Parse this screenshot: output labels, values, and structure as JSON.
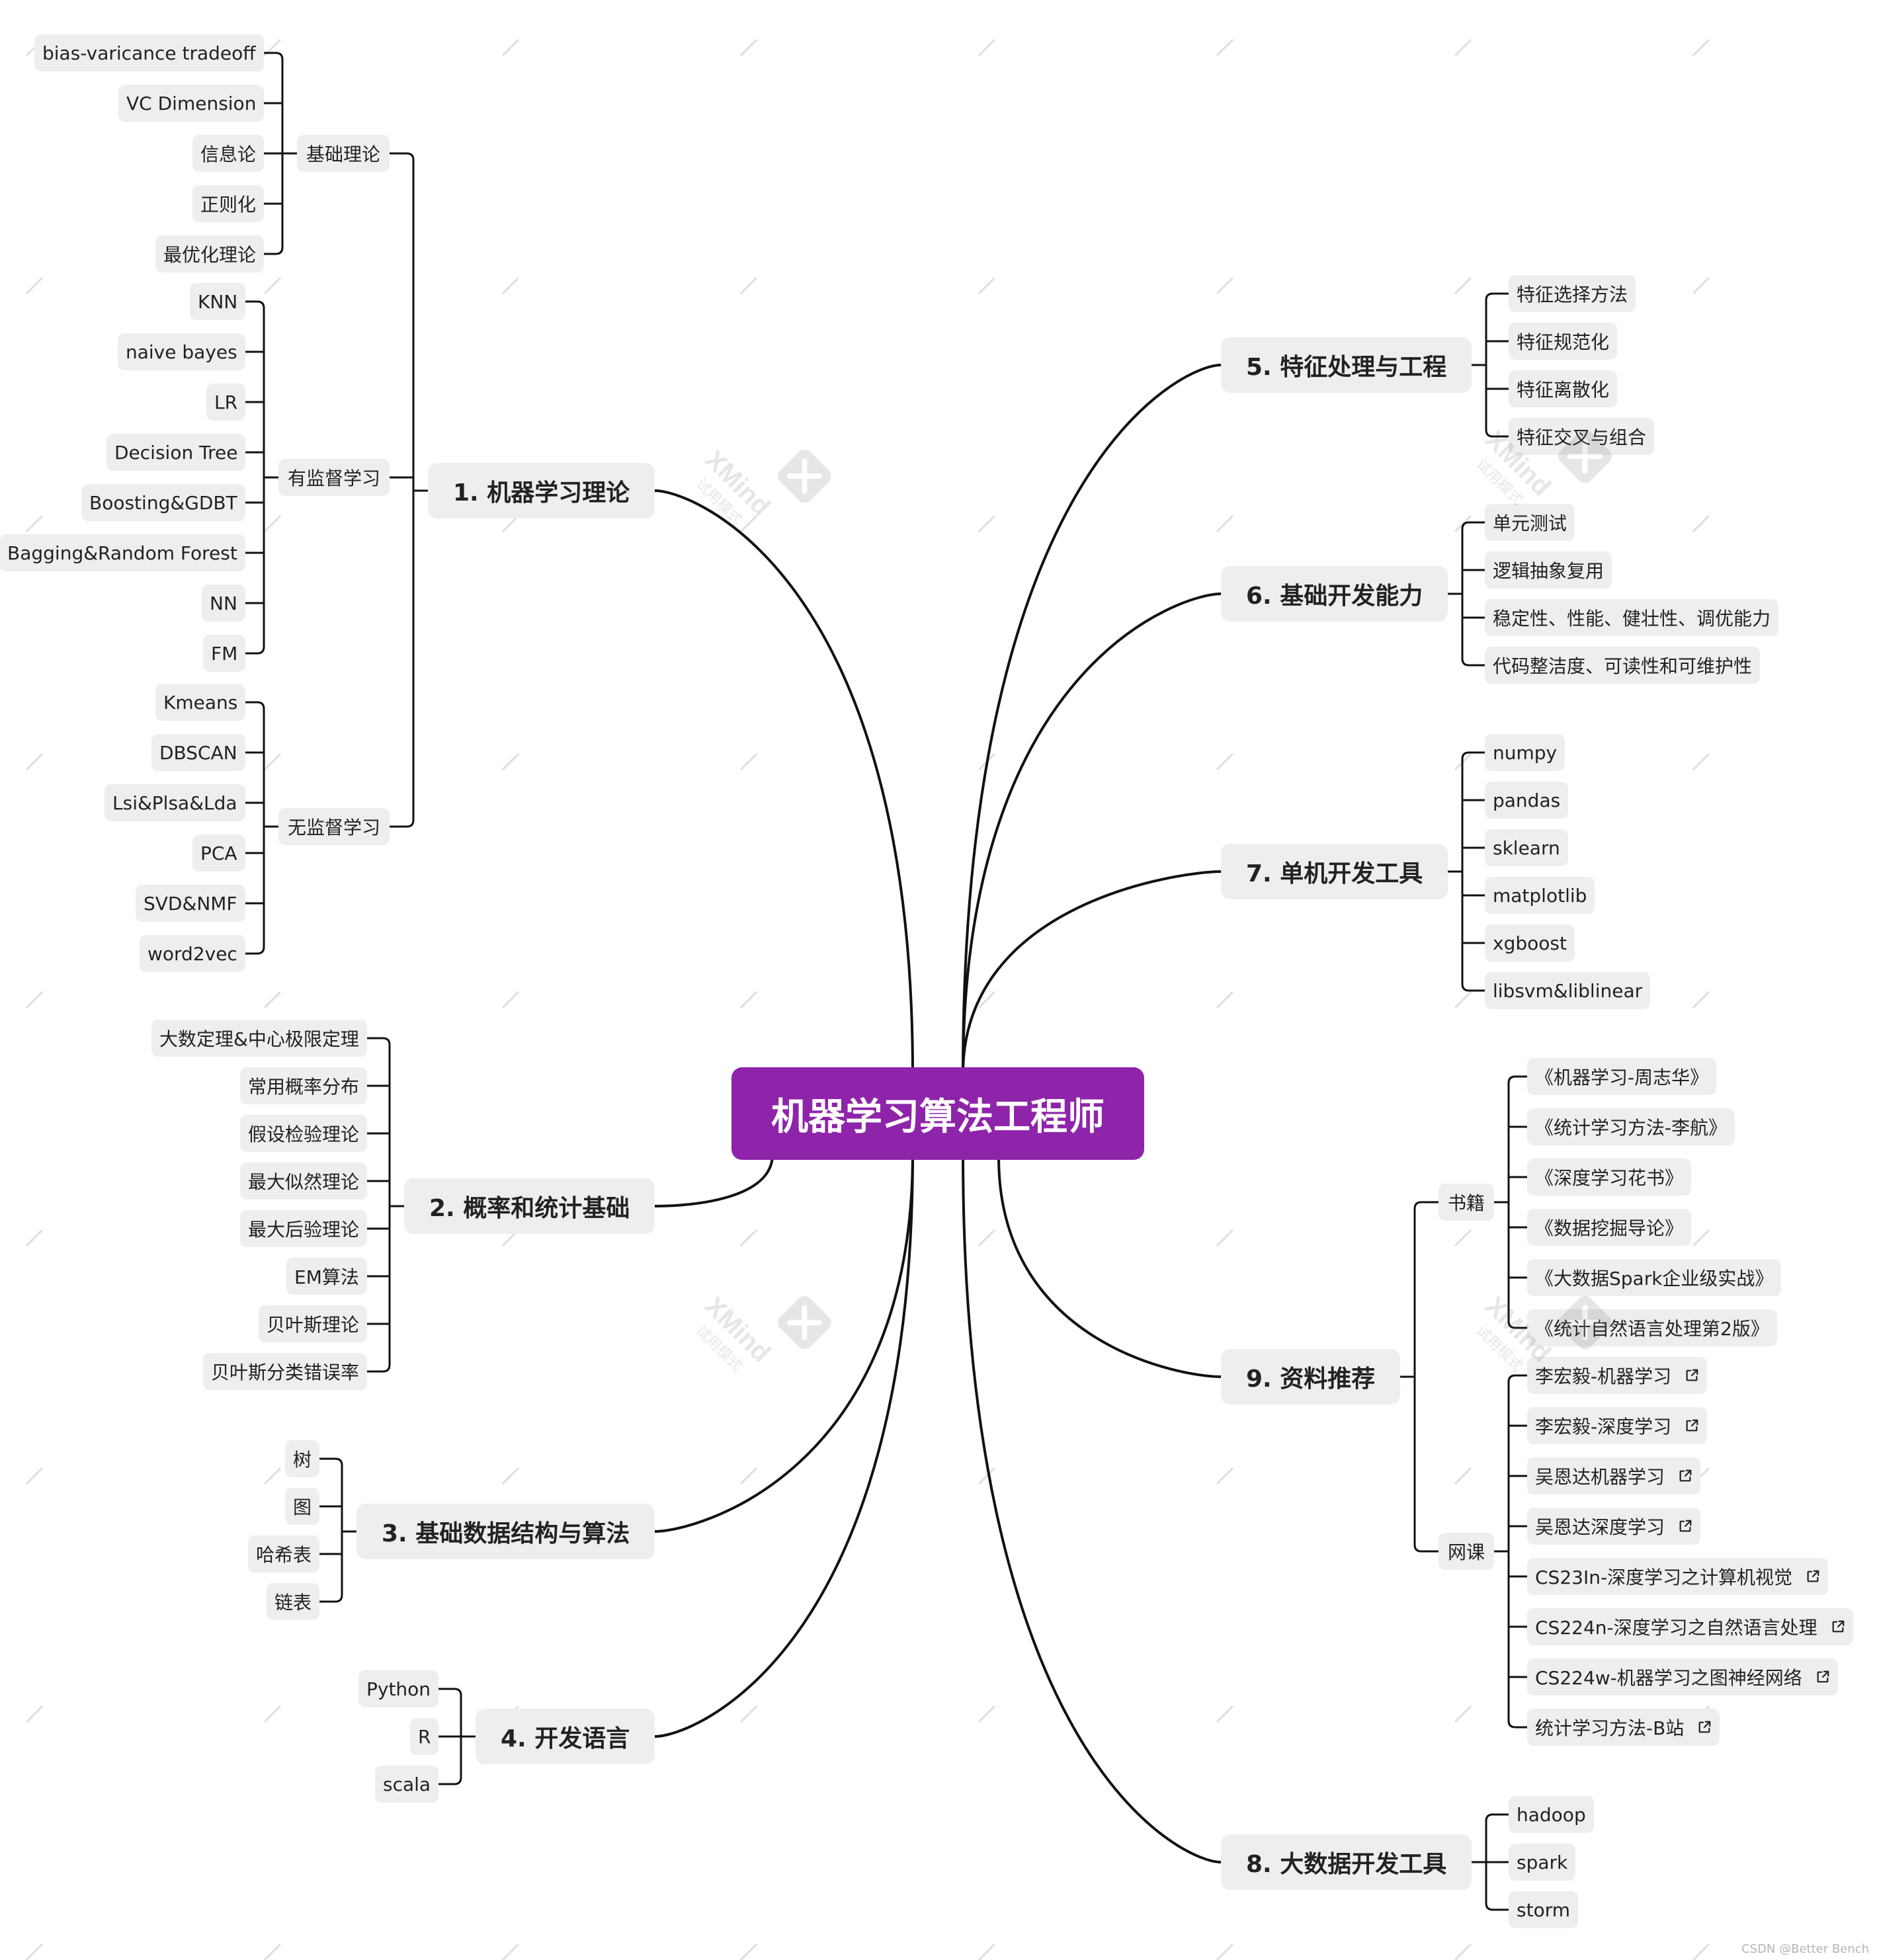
{
  "central": {
    "label": "机器学习算法工程师",
    "color": "#8e24aa"
  },
  "colors": {
    "line": "#111111",
    "node_bg": "#eeeeee",
    "text": "#222222"
  },
  "branches": [
    {
      "id": "b1",
      "label": "1. 机器学习理论",
      "side": "left",
      "groups": [
        {
          "label": "基础理论",
          "items": [
            "bias-varicance tradeoff",
            "VC Dimension",
            "信息论",
            "正则化",
            "最优化理论"
          ]
        },
        {
          "label": "有监督学习",
          "items": [
            "KNN",
            "naive bayes",
            "LR",
            "Decision Tree",
            "Boosting&GDBT",
            "Bagging&Random Forest",
            "NN",
            "FM"
          ]
        },
        {
          "label": "无监督学习",
          "items": [
            "Kmeans",
            "DBSCAN",
            "Lsi&Plsa&Lda",
            "PCA",
            "SVD&NMF",
            "word2vec"
          ]
        }
      ]
    },
    {
      "id": "b2",
      "label": "2. 概率和统计基础",
      "side": "left",
      "items": [
        "大数定理&中心极限定理",
        "常用概率分布",
        "假设检验理论",
        "最大似然理论",
        "最大后验理论",
        "EM算法",
        "贝叶斯理论",
        "贝叶斯分类错误率"
      ]
    },
    {
      "id": "b3",
      "label": "3. 基础数据结构与算法",
      "side": "left",
      "items": [
        "树",
        "图",
        "哈希表",
        "链表"
      ]
    },
    {
      "id": "b4",
      "label": "4. 开发语言",
      "side": "left",
      "items": [
        "Python",
        "R",
        "scala"
      ]
    },
    {
      "id": "b5",
      "label": "5. 特征处理与工程",
      "side": "right",
      "items": [
        "特征选择方法",
        "特征规范化",
        "特征离散化",
        "特征交叉与组合"
      ]
    },
    {
      "id": "b6",
      "label": "6. 基础开发能力",
      "side": "right",
      "items": [
        "单元测试",
        "逻辑抽象复用",
        "稳定性、性能、健壮性、调优能力",
        "代码整洁度、可读性和可维护性"
      ]
    },
    {
      "id": "b7",
      "label": "7. 单机开发工具",
      "side": "right",
      "items": [
        "numpy",
        "pandas",
        "sklearn",
        "matplotlib",
        "xgboost",
        "libsvm&liblinear"
      ]
    },
    {
      "id": "b9",
      "label": "9. 资料推荐",
      "side": "right",
      "groups": [
        {
          "label": "书籍",
          "items": [
            "《机器学习-周志华》",
            "《统计学习方法-李航》",
            "《深度学习花书》",
            "《数据挖掘导论》",
            "《大数据Spark企业级实战》",
            "《统计自然语言处理第2版》"
          ]
        },
        {
          "label": "网课",
          "link_icon": "external-link-icon",
          "items": [
            "李宏毅-机器学习",
            "李宏毅-深度学习",
            "吴恩达机器学习",
            "吴恩达深度学习",
            "CS23In-深度学习之计算机视觉",
            "CS224n-深度学习之自然语言处理",
            "CS224w-机器学习之图神经网络",
            "统计学习方法-B站"
          ]
        }
      ]
    },
    {
      "id": "b8",
      "label": "8. 大数据开发工具",
      "side": "right",
      "items": [
        "hadoop",
        "spark",
        "storm"
      ]
    }
  ],
  "watermark": {
    "brand": "XMind",
    "sub": "试用模式",
    "icon": "xmind-x-icon"
  },
  "credit": "CSDN @Better Bench"
}
